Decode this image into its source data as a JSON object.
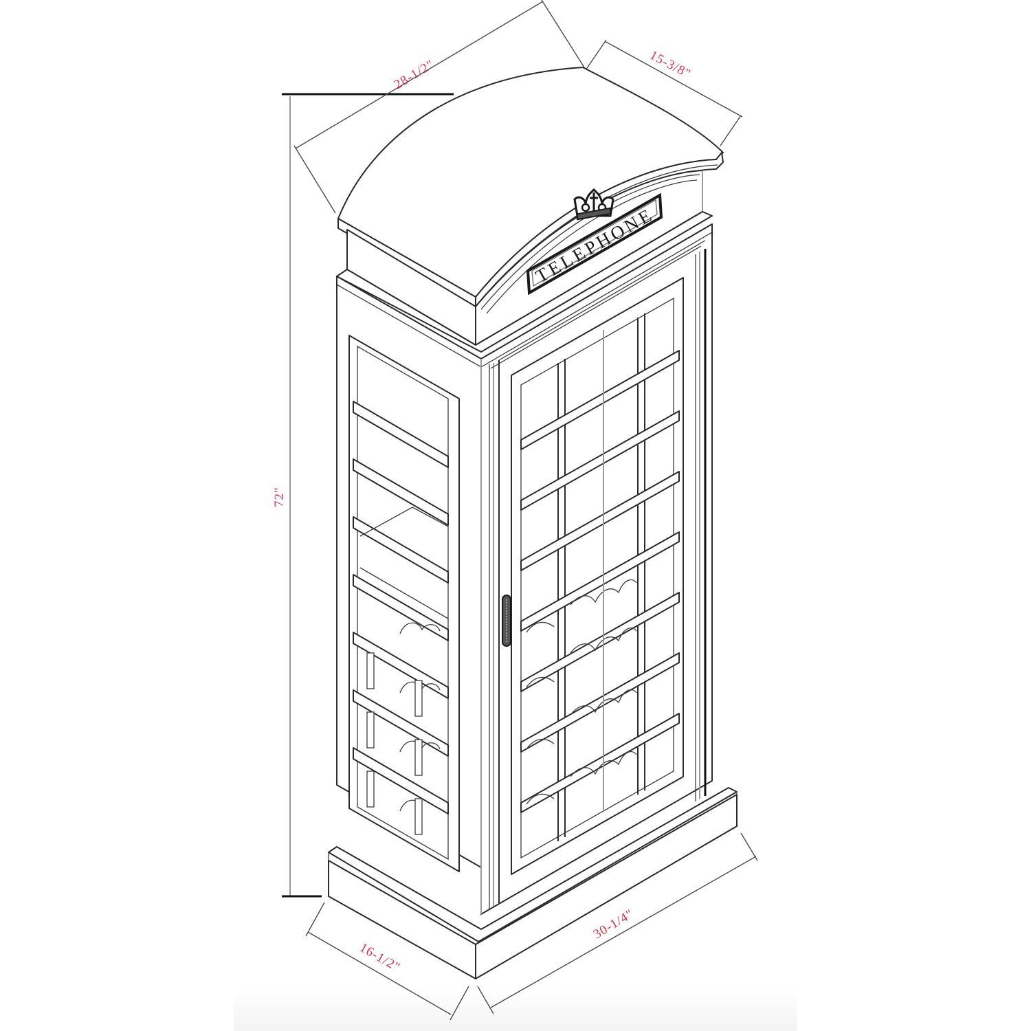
{
  "diagram": {
    "subject": "telephone-box wine cabinet",
    "sign_text": "TELEPHONE",
    "crown_icon": "crown",
    "handle_icon": "door-handle"
  },
  "dimensions": {
    "top_width": "28-1/2\"",
    "top_depth": "15-3/8\"",
    "height": "72\"",
    "base_depth": "16-1/2\"",
    "base_width": "30-1/4\""
  },
  "colors": {
    "dimension_label": "#d2364f",
    "line": "#2a2a2a",
    "background": "#ffffff"
  }
}
